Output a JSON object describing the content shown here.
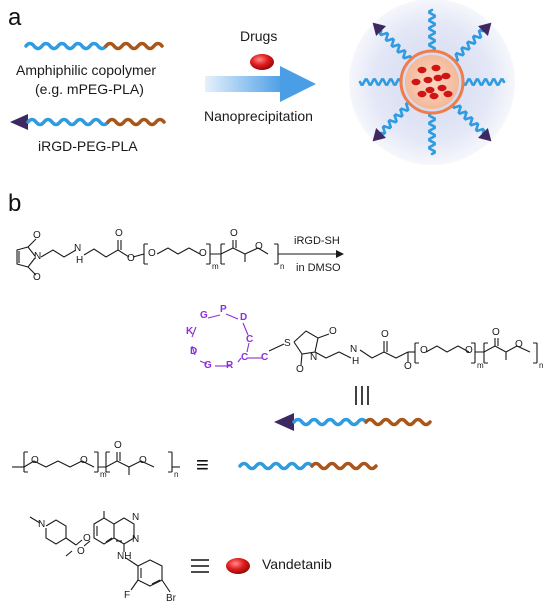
{
  "panels": {
    "a": "a",
    "b": "b"
  },
  "panel_a": {
    "copolymer_label": "Amphiphilic copolymer",
    "copolymer_example": "(e.g. mPEG-PLA)",
    "ligand_label": "iRGD-PEG-PLA",
    "drugs_label": "Drugs",
    "process_label": "Nanoprecipitation"
  },
  "panel_b": {
    "reagent": "iRGD-SH",
    "solvent": "in DMSO",
    "atoms": {
      "O": "O",
      "N": "N",
      "H": "H",
      "S": "S",
      "F": "F",
      "Br": "Br",
      "NH": "NH"
    },
    "subscripts": {
      "m": "m",
      "n": "n"
    },
    "peptide": [
      "G",
      "P",
      "D",
      "C",
      "C",
      "R",
      "G",
      "D",
      "K",
      "C"
    ],
    "equiv_symbol": "≡",
    "drug_name": "Vandetanib"
  },
  "colors": {
    "peg": "#2f9be0",
    "pla": "#a8561b",
    "ligand": "#3d2860",
    "drug": "#d01414",
    "arrow": "#4a9ee6",
    "peptide": "#8b2fd8",
    "halo": "#dfe4f5"
  }
}
